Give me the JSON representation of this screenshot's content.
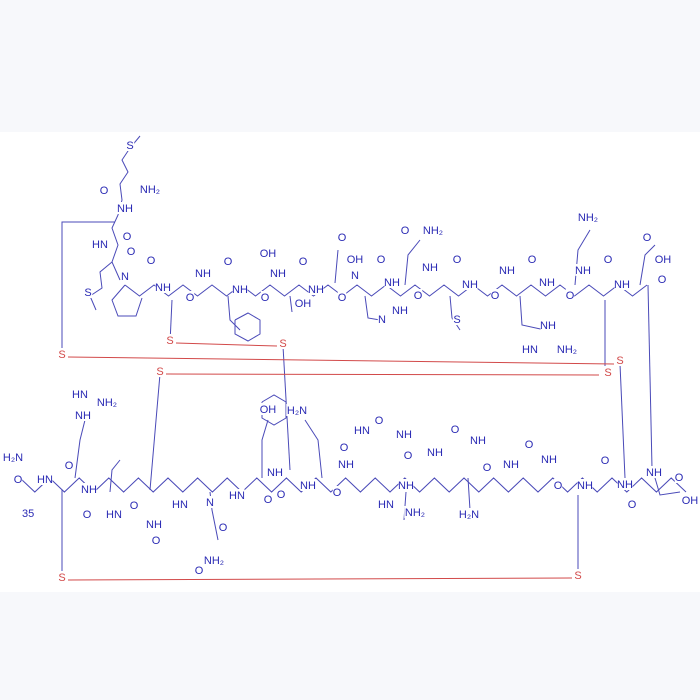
{
  "colors": {
    "atom": "#2a2ab4",
    "disulfide": "#d24a4a",
    "bond": "#4a4ab8"
  },
  "residue_number": "35",
  "top_labels": [
    "S",
    "NH₂",
    "O",
    "NH",
    "O",
    "HN",
    "O",
    "N",
    "S",
    "O",
    "NH",
    "O",
    "NH",
    "O",
    "NH",
    "OH",
    "O",
    "NH",
    "O",
    "NH",
    "OH",
    "O",
    "O",
    "OH",
    "N",
    "O",
    "NH",
    "NH",
    "N",
    "O",
    "NH₂",
    "O",
    "NH",
    "O",
    "NH",
    "S",
    "O",
    "NH",
    "O",
    "NH",
    "NH",
    "HN",
    "NH₂",
    "NH₂",
    "O",
    "NH",
    "O",
    "NH",
    "O",
    "OH",
    "O"
  ],
  "bottom_labels": [
    "HN",
    "NH₂",
    "NH",
    "H₂N",
    "O",
    "HN",
    "O",
    "NH",
    "O",
    "HN",
    "O",
    "NH",
    "O",
    "HN",
    "NH₂",
    "O",
    "N",
    "O",
    "HN",
    "O",
    "OH",
    "NH",
    "O",
    "NH",
    "O",
    "H₂N",
    "NH",
    "O",
    "HN",
    "O",
    "NH",
    "NH",
    "HN",
    "NH₂",
    "O",
    "NH",
    "O",
    "NH",
    "H₂N",
    "O",
    "NH",
    "O",
    "NH",
    "O",
    "NH",
    "O",
    "NH",
    "NH",
    "O",
    "O",
    "OH"
  ],
  "sulfur_labels": [
    "S",
    "S",
    "S",
    "S",
    "S",
    "S",
    "S",
    "S"
  ]
}
